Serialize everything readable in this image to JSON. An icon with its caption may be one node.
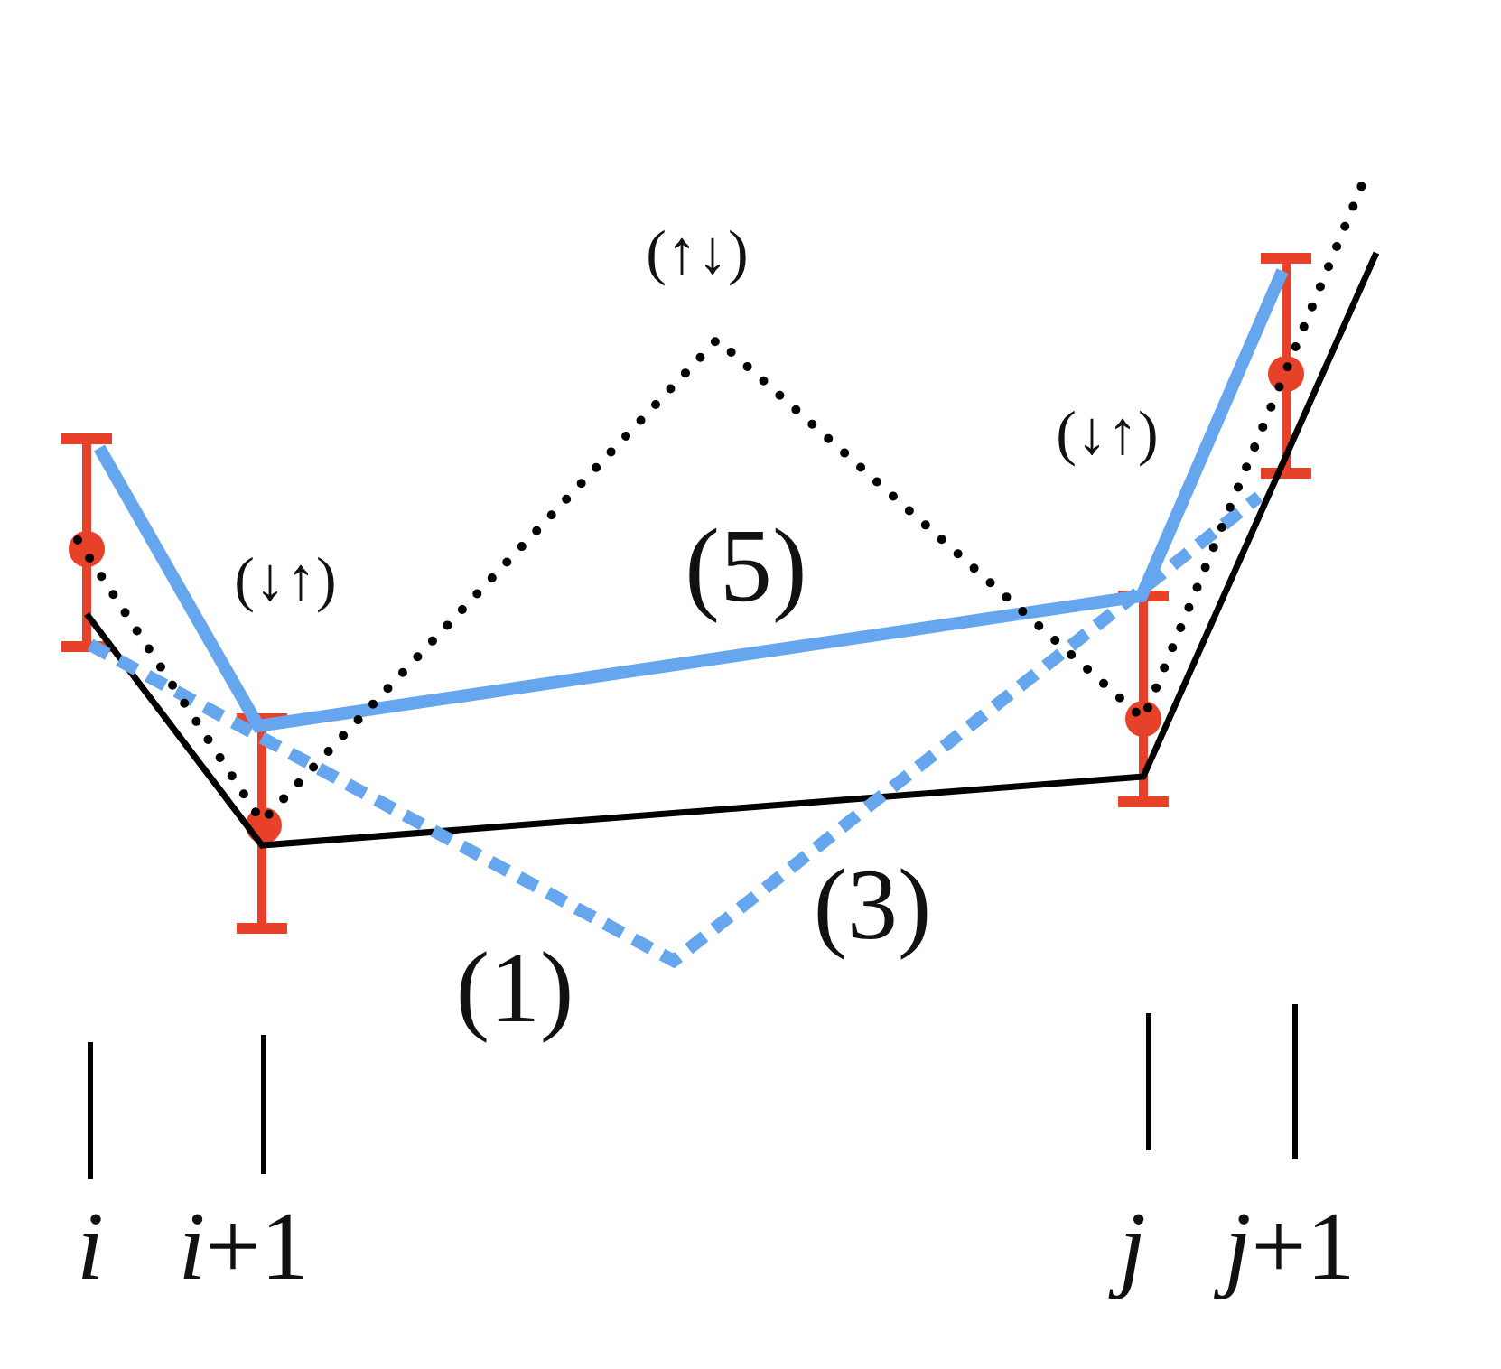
{
  "diagram": {
    "labels": [
      "(↑↓)",
      "(↓↑)",
      "(↓↑)",
      "(5)",
      "(3)",
      "(1)",
      "i",
      "*i*+1",
      "j",
      "*j*+1"
    ]
  }
}
